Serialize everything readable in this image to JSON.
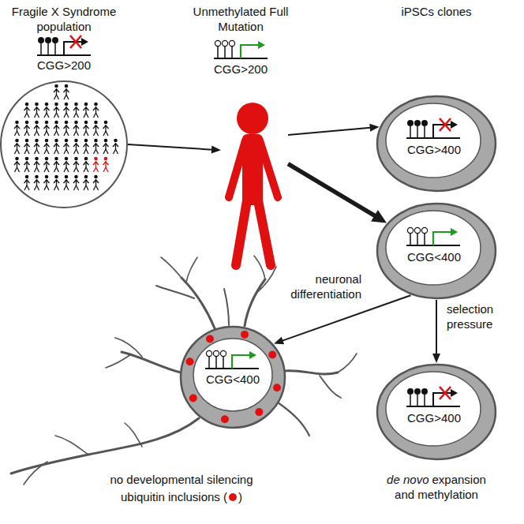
{
  "diagram": {
    "nodes": [
      {
        "text": [
          "Fragile X Syndrome population",
          "CGG>200"
        ]
      },
      {
        "text": [
          "Unmethylated Full Mutation",
          "CGG>200"
        ]
      },
      {
        "text": [
          "CGG>400"
        ]
      },
      {
        "text": [
          "CGG<400"
        ]
      },
      {
        "text": [
          "CGG<400"
        ]
      },
      {
        "text": [
          "CGG>400"
        ]
      }
    ],
    "edges": [
      {
        "from": 0,
        "to": 1,
        "arrow": "to"
      },
      {
        "from": 1,
        "to": 2,
        "arrow": "to"
      },
      {
        "from": 1,
        "to": 3,
        "arrow": "to"
      },
      {
        "from": 3,
        "to": 4,
        "label": "neuronal differentiation",
        "arrow": "to"
      },
      {
        "from": 3,
        "to": 5,
        "label": "selection pressure",
        "arrow": "to"
      }
    ],
    "labels": [
      "iPSCs clones",
      "no developmental silencing",
      "ubiquitin inclusions (",
      ")",
      "de novo",
      "expansion and methylation"
    ]
  }
}
